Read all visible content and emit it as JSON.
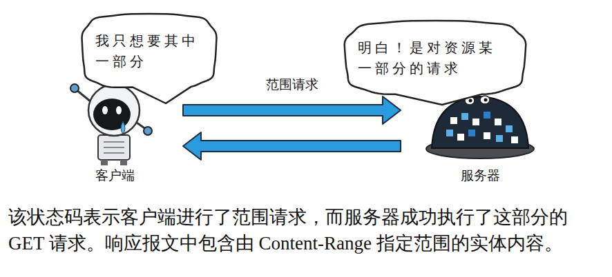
{
  "diagram": {
    "caption": "该状态码表示客户端进行了范围请求，而服务器成功执行了这部分的 GET 请求。响应报文中包含由 Content-Range 指定范围的实体内容。",
    "nodes": [
      {
        "text": [
          "我只想要其中一部分"
        ]
      },
      {
        "text": [
          "客户端"
        ]
      },
      {
        "text": [
          "明白！是对资源某一部分的请求"
        ]
      },
      {
        "text": [
          "服务器"
        ]
      }
    ],
    "edges": [
      {
        "from": 1,
        "to": 3,
        "arrow": "to",
        "label": "范围请求"
      },
      {
        "from": 3,
        "to": 1,
        "arrow": "to"
      }
    ]
  }
}
